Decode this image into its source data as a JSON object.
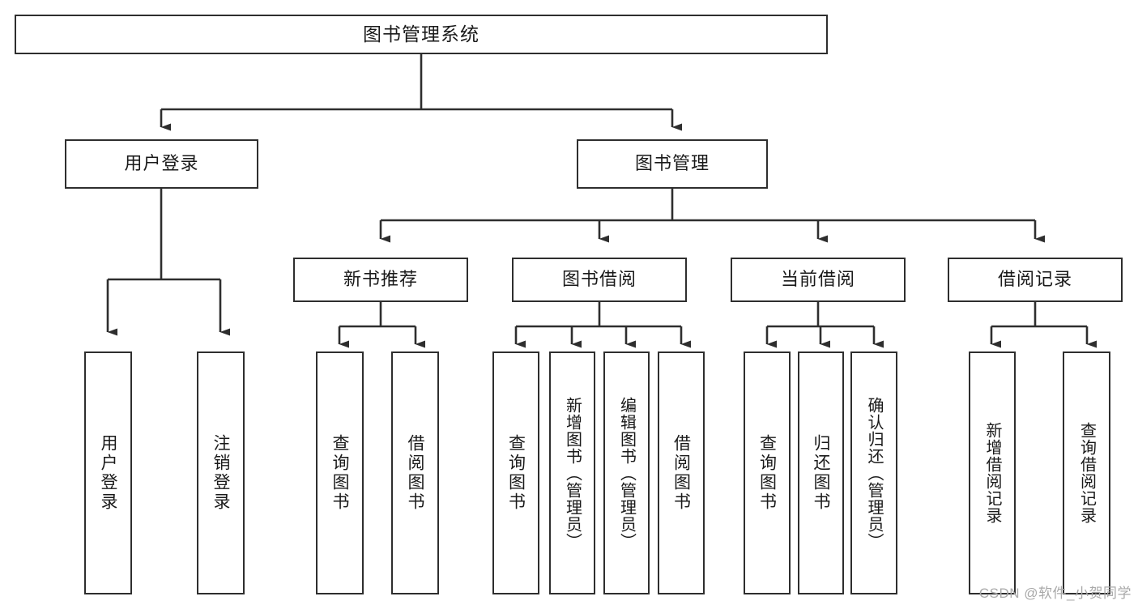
{
  "diagram": {
    "title": "图书管理系统",
    "type": "tree-hierarchy",
    "watermark": "CSDN @软件_小贺同学",
    "colors": {
      "stroke": "#2e2e2e",
      "fill": "#ffffff",
      "text": "#1a1a1a",
      "watermark": "#a9a9a9"
    },
    "root": {
      "label": "图书管理系统"
    },
    "level1": [
      {
        "label": "用户登录"
      },
      {
        "label": "图书管理"
      }
    ],
    "level2": [
      {
        "label": "新书推荐"
      },
      {
        "label": "图书借阅"
      },
      {
        "label": "当前借阅"
      },
      {
        "label": "借阅记录"
      }
    ],
    "leaves": {
      "user_login": [
        {
          "label": "用户登录"
        },
        {
          "label": "注销登录"
        }
      ],
      "new_book_recommend": [
        {
          "label": "查询图书"
        },
        {
          "label": "借阅图书"
        }
      ],
      "book_borrow": [
        {
          "label": "查询图书"
        },
        {
          "label": "新增图书（管理员）"
        },
        {
          "label": "编辑图书（管理员）"
        },
        {
          "label": "借阅图书"
        }
      ],
      "current_borrow": [
        {
          "label": "查询图书"
        },
        {
          "label": "归还图书"
        },
        {
          "label": "确认归还（管理员）"
        }
      ],
      "borrow_record": [
        {
          "label": "新增借阅记录"
        },
        {
          "label": "查询借阅记录"
        }
      ]
    }
  }
}
